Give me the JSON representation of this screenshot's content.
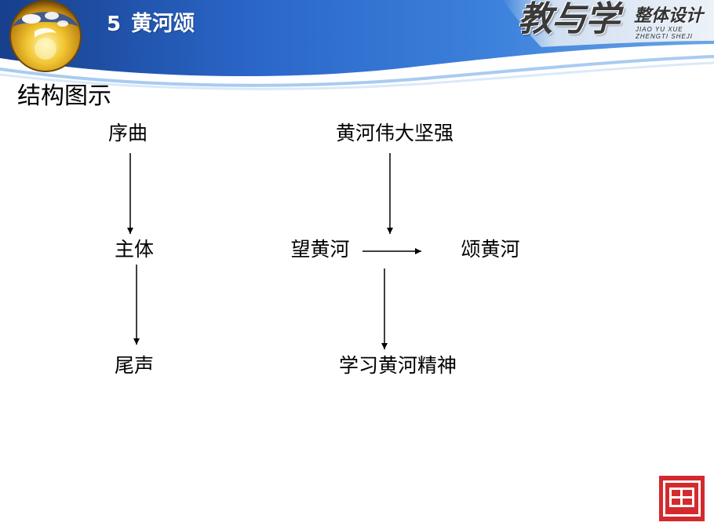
{
  "slide": {
    "number": "5",
    "title": "黄河颂"
  },
  "brand": {
    "name": "教与学",
    "subtitle": "整体设计",
    "pinyin_line1": "JIAO YU XUE",
    "pinyin_line2": "ZHENGTI SHEJI"
  },
  "section_heading": "结构图示",
  "diagram": {
    "left_chain": [
      "序曲",
      "主体",
      "尾声"
    ],
    "right": {
      "top": "黄河伟大坚强",
      "left": "望黄河",
      "right": "颂黄河",
      "bottom": "学习黄河精神"
    }
  },
  "icons": {
    "header_logo": "globe-logo-icon",
    "corner_logo": "seal-logo-icon"
  },
  "colors": {
    "header_blue": "#2e6fcf",
    "header_blue_dark": "#1c4a9e",
    "seal_red": "#d42a2e",
    "text": "#000000"
  }
}
